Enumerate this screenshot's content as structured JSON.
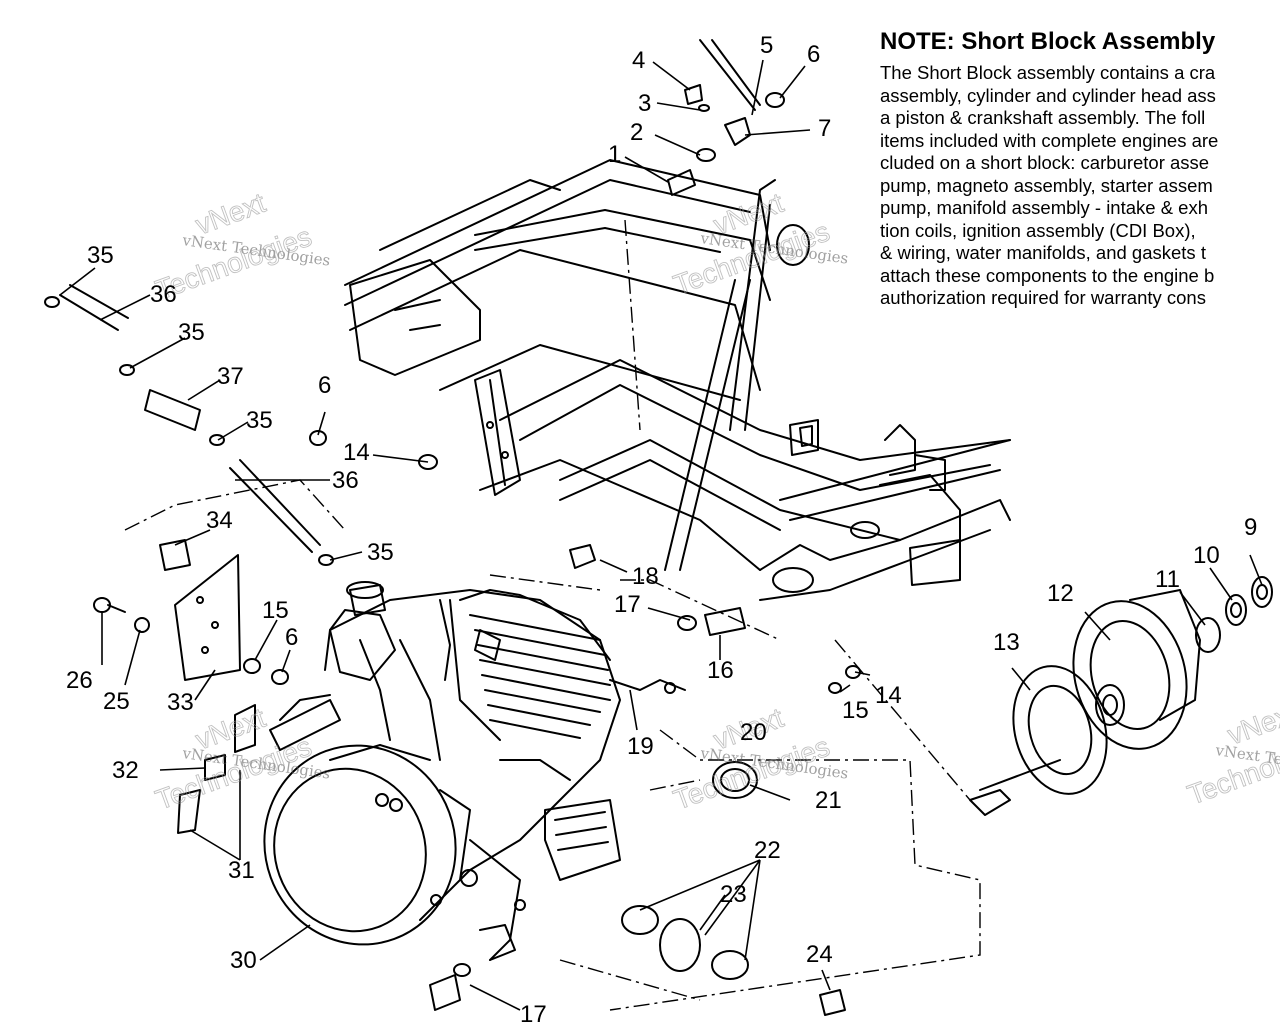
{
  "note": {
    "title": "NOTE:  Short Block Assembly",
    "lines": [
      "The Short Block assembly contains a cra",
      "assembly, cylinder and cylinder head ass",
      "a piston & crankshaft assembly.  The foll",
      "items included with complete engines are",
      "cluded on a short block:  carburetor asse",
      "pump, magneto assembly, starter assem",
      "pump, manifold assembly - intake & exh",
      "tion coils, ignition assembly (CDI Box),",
      "& wiring, water manifolds, and gaskets t",
      "attach these components to the engine b",
      "authorization required for warranty cons"
    ]
  },
  "watermark": {
    "company": "vNext Technologies",
    "word1": "vNext",
    "word2": "Technologies"
  },
  "callouts": [
    {
      "label": "1"
    },
    {
      "label": "2"
    },
    {
      "label": "3"
    },
    {
      "label": "4"
    },
    {
      "label": "5"
    },
    {
      "label": "6"
    },
    {
      "label": "7"
    },
    {
      "label": "35"
    },
    {
      "label": "36"
    },
    {
      "label": "35"
    },
    {
      "label": "37"
    },
    {
      "label": "35"
    },
    {
      "label": "6"
    },
    {
      "label": "14"
    },
    {
      "label": "36"
    },
    {
      "label": "34"
    },
    {
      "label": "35"
    },
    {
      "label": "26"
    },
    {
      "label": "25"
    },
    {
      "label": "15"
    },
    {
      "label": "6"
    },
    {
      "label": "33"
    },
    {
      "label": "18"
    },
    {
      "label": "17"
    },
    {
      "label": "16"
    },
    {
      "label": "15"
    },
    {
      "label": "14"
    },
    {
      "label": "9"
    },
    {
      "label": "10"
    },
    {
      "label": "11"
    },
    {
      "label": "12"
    },
    {
      "label": "13"
    },
    {
      "label": "19"
    },
    {
      "label": "20"
    },
    {
      "label": "21"
    },
    {
      "label": "32"
    },
    {
      "label": "31"
    },
    {
      "label": "30"
    },
    {
      "label": "22"
    },
    {
      "label": "23"
    },
    {
      "label": "24"
    },
    {
      "label": "17"
    }
  ]
}
